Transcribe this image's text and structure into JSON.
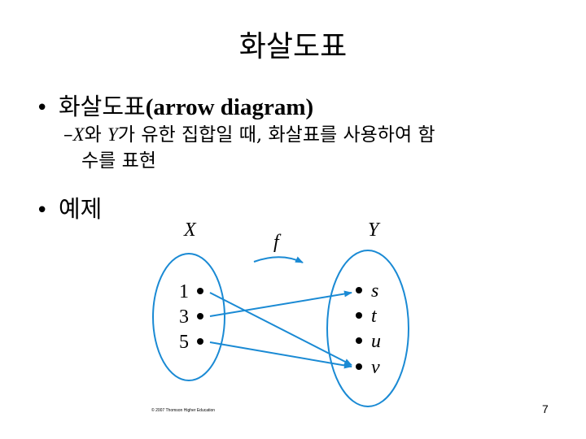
{
  "slide": {
    "title": "화살도표",
    "bullet_symbol": "•",
    "bullet1": {
      "text_kr": "화살도표",
      "text_en": "(arrow diagram)"
    },
    "sub": {
      "dash": "–",
      "x": "X",
      "p1": "와 ",
      "y": "Y",
      "p2": "가 유한 집합일 때, 화살표를 사용하여 함",
      "line2": "수를 표현"
    },
    "bullet2": "예제",
    "copyright": "© 2007 Thomson Higher Education",
    "page_number": "7"
  },
  "diagram": {
    "set_x": {
      "label": "X",
      "elements": [
        "1",
        "3",
        "5"
      ]
    },
    "set_y": {
      "label": "Y",
      "elements": [
        "s",
        "t",
        "u",
        "v"
      ]
    },
    "function_label": "f",
    "mapping": [
      {
        "from": "1",
        "to": "v"
      },
      {
        "from": "3",
        "to": "s"
      },
      {
        "from": "5",
        "to": "v"
      }
    ],
    "colors": {
      "ellipse": "#1a8ad4",
      "arrow": "#1a8ad4",
      "dot": "#000000"
    }
  }
}
